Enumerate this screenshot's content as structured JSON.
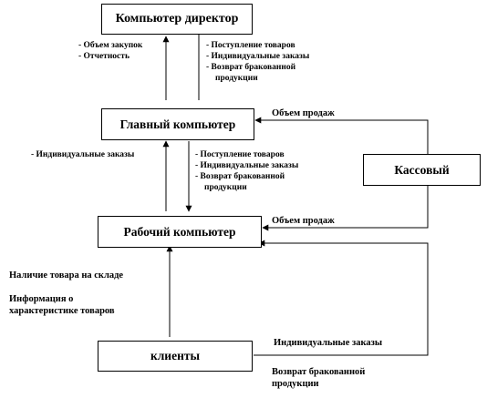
{
  "nodes": {
    "director": "Компьютер директор",
    "main": "Главный компьютер",
    "cashier": "Кассовый",
    "work": "Рабочий компьютер",
    "clients": "клиенты"
  },
  "labels": {
    "main_to_director": [
      "- Объем закупок",
      "- Отчетность"
    ],
    "director_to_main": [
      "- Поступление товаров",
      "- Индивидуальные заказы",
      "- Возврат бракованной",
      "продукции"
    ],
    "work_to_main": "- Индивидуальные заказы",
    "main_to_work": [
      "- Поступление товаров",
      "- Индивидуальные заказы",
      "- Возврат бракованной",
      "продукции"
    ],
    "cashier_to_main": "Объем продаж",
    "cashier_to_work": "Объем продаж",
    "clients_to_work_left": [
      "Наличие товара на складе",
      "",
      "Информация о",
      "характеристике товаров"
    ],
    "clients_to_work_right_1": "Индивидуальные заказы",
    "clients_to_work_right_2": [
      "Возврат бракованной",
      "продукции"
    ]
  }
}
